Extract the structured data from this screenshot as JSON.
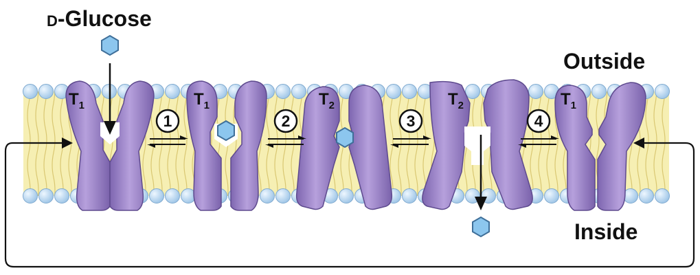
{
  "labels": {
    "substrate_prefix": "D",
    "substrate_name": "-Glucose",
    "outside": "Outside",
    "inside": "Inside"
  },
  "transporters": [
    {
      "letter": "T",
      "sub": "1"
    },
    {
      "letter": "T",
      "sub": "1"
    },
    {
      "letter": "T",
      "sub": "2"
    },
    {
      "letter": "T",
      "sub": "2"
    },
    {
      "letter": "T",
      "sub": "1"
    }
  ],
  "steps": [
    "1",
    "2",
    "3",
    "4"
  ],
  "colors": {
    "protein": "#9a82c4",
    "protein_dark": "#6f5aa0",
    "lipid_head": "#bcd9f2",
    "lipid_tail": "#f4eba6",
    "glucose": "#8cc6ee",
    "arrow": "#111111"
  }
}
